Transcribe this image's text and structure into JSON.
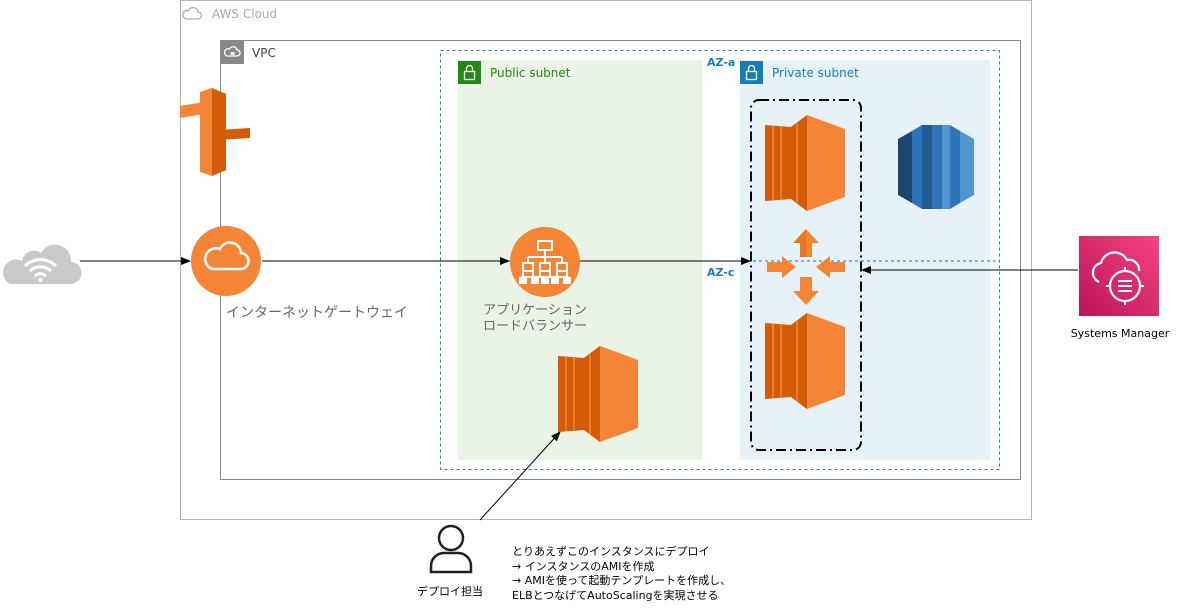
{
  "aws_cloud": {
    "label": "AWS Cloud"
  },
  "vpc": {
    "label": "VPC"
  },
  "az": {
    "a": "AZ-a",
    "c": "AZ-c"
  },
  "public_subnet": {
    "label": "Public subnet"
  },
  "private_subnet": {
    "label": "Private subnet"
  },
  "internet_gateway": {
    "label": "インターネットゲートウェイ"
  },
  "alb": {
    "line1": "アプリケーション",
    "line2": "ロードバランサー"
  },
  "systems_manager": {
    "label": "Systems Manager"
  },
  "deployer": {
    "label": "デプロイ担当"
  },
  "note": {
    "line1": "とりあえずこのインスタンスにデプロイ",
    "line2": "→ インスタンスのAMIを作成",
    "line3": "→ AMIを使って起動テンプレートを作成し、",
    "line4": "ELBとつなげてAutoScalingを実現させる"
  },
  "colors": {
    "aws_orange": "#f58536",
    "aws_orange_dark": "#d45b07",
    "public_green": "#248814",
    "public_fill": "#e9f3e6",
    "private_blue": "#147eba",
    "private_fill": "#e6f2f8",
    "az_dashed": "#147eba",
    "rds_blue": "#2e73b8",
    "ssm_pink": "#e7157b"
  },
  "icons": [
    "aws-cloud-icon",
    "vpc-icon",
    "lock-icon",
    "router-icon",
    "internet-gateway-icon",
    "alb-icon",
    "ec2-icon",
    "rds-icon",
    "auto-scaling-icon",
    "systems-manager-icon",
    "user-icon",
    "wifi-cloud-icon"
  ]
}
